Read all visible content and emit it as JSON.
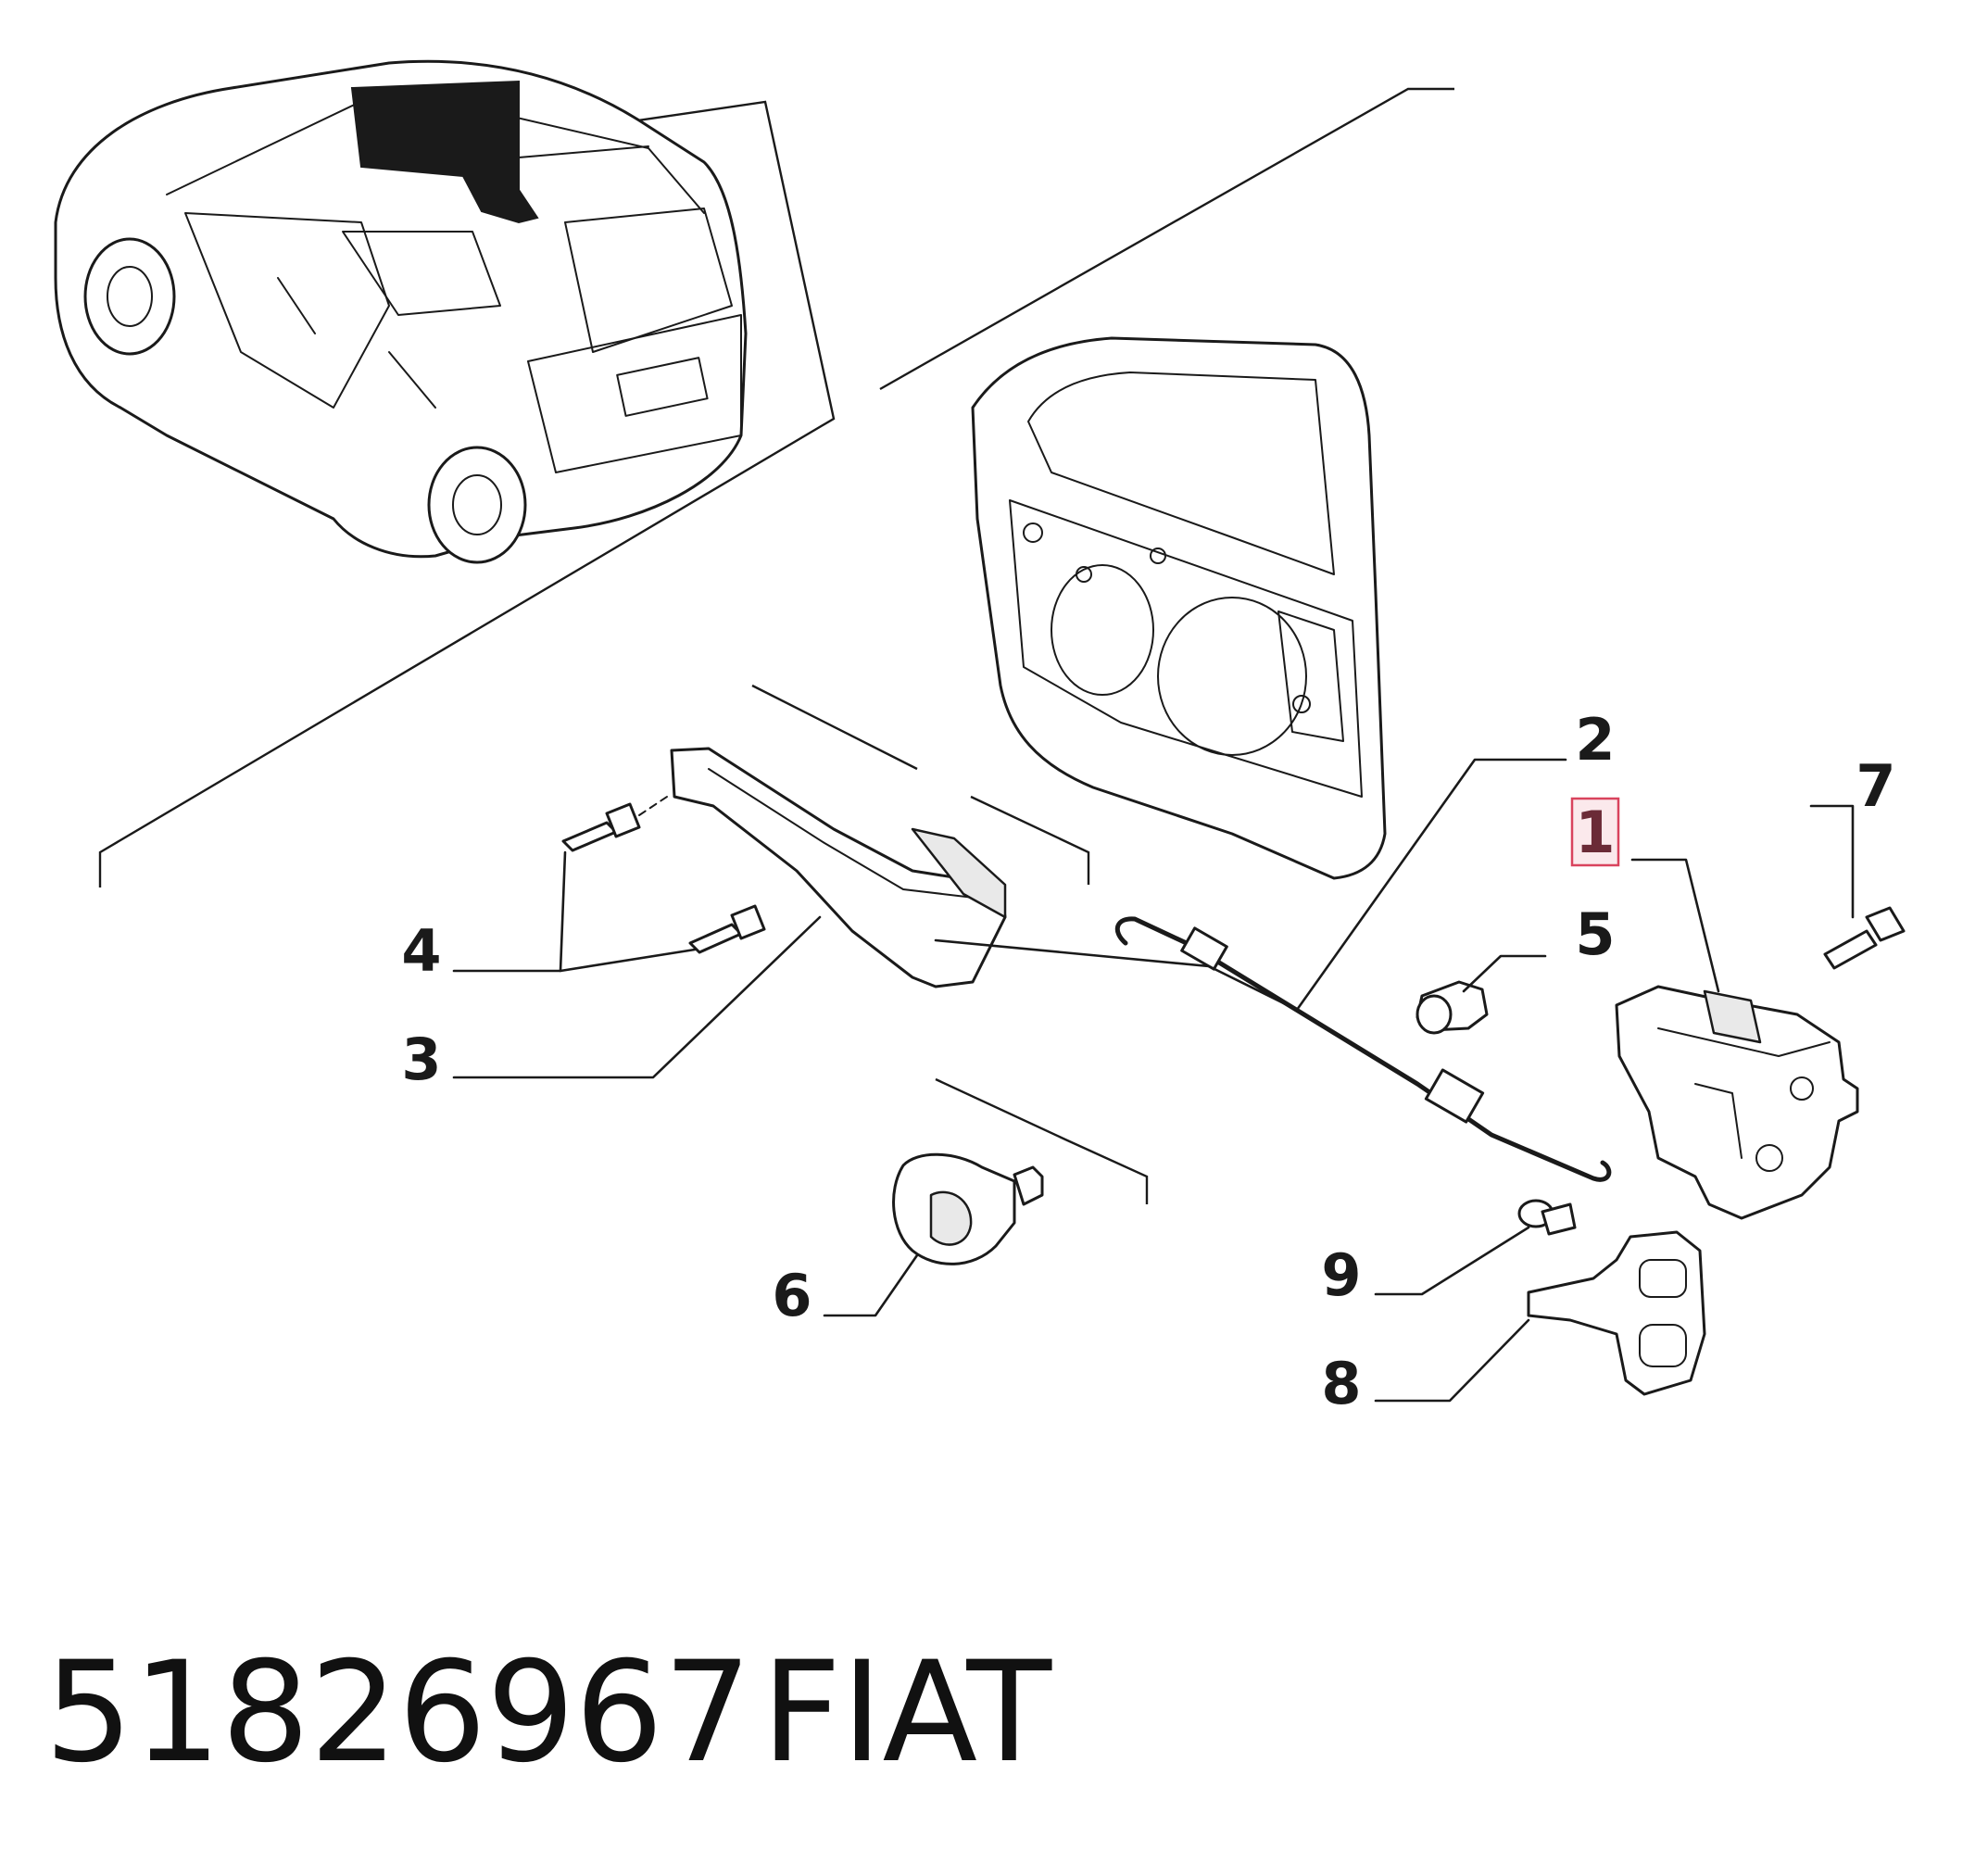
{
  "callouts": [
    {
      "id": "1",
      "label": "1",
      "highlighted": true
    },
    {
      "id": "2",
      "label": "2"
    },
    {
      "id": "3",
      "label": "3"
    },
    {
      "id": "4",
      "label": "4"
    },
    {
      "id": "5",
      "label": "5"
    },
    {
      "id": "6",
      "label": "6"
    },
    {
      "id": "7",
      "label": "7"
    },
    {
      "id": "8",
      "label": "8"
    },
    {
      "id": "9",
      "label": "9"
    }
  ],
  "footer": {
    "part_number": "51826967",
    "brand": "FIAT"
  },
  "colors": {
    "line": "#1a1a1a",
    "highlight_border": "#d9435d",
    "highlight_fill": "#fbe9ec"
  }
}
